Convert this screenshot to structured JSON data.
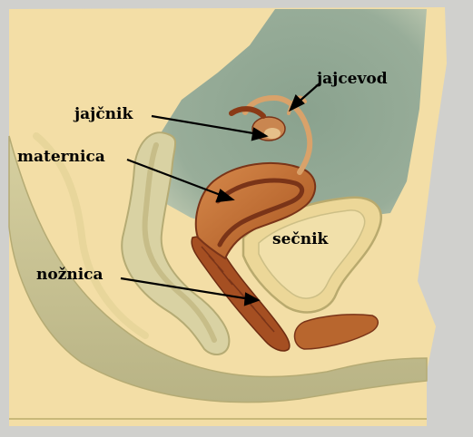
{
  "labels": {
    "jajcevod": "jajcevod",
    "jajcnik": "jajčnik",
    "maternica": "maternica",
    "secnik": "sečnik",
    "noznica": "nožnica"
  },
  "colors": {
    "background_gray": "#cfd0cf",
    "body_tissue": "#f4dfa6",
    "tissue_outline": "#c9b97a",
    "muscle_green": "#b7b98a",
    "cavity_teal": "#8fa693",
    "uterus_brown": "#b8662e",
    "uterus_dark": "#7a3418",
    "bladder": "#ecd79a",
    "arrow": "#000000"
  }
}
